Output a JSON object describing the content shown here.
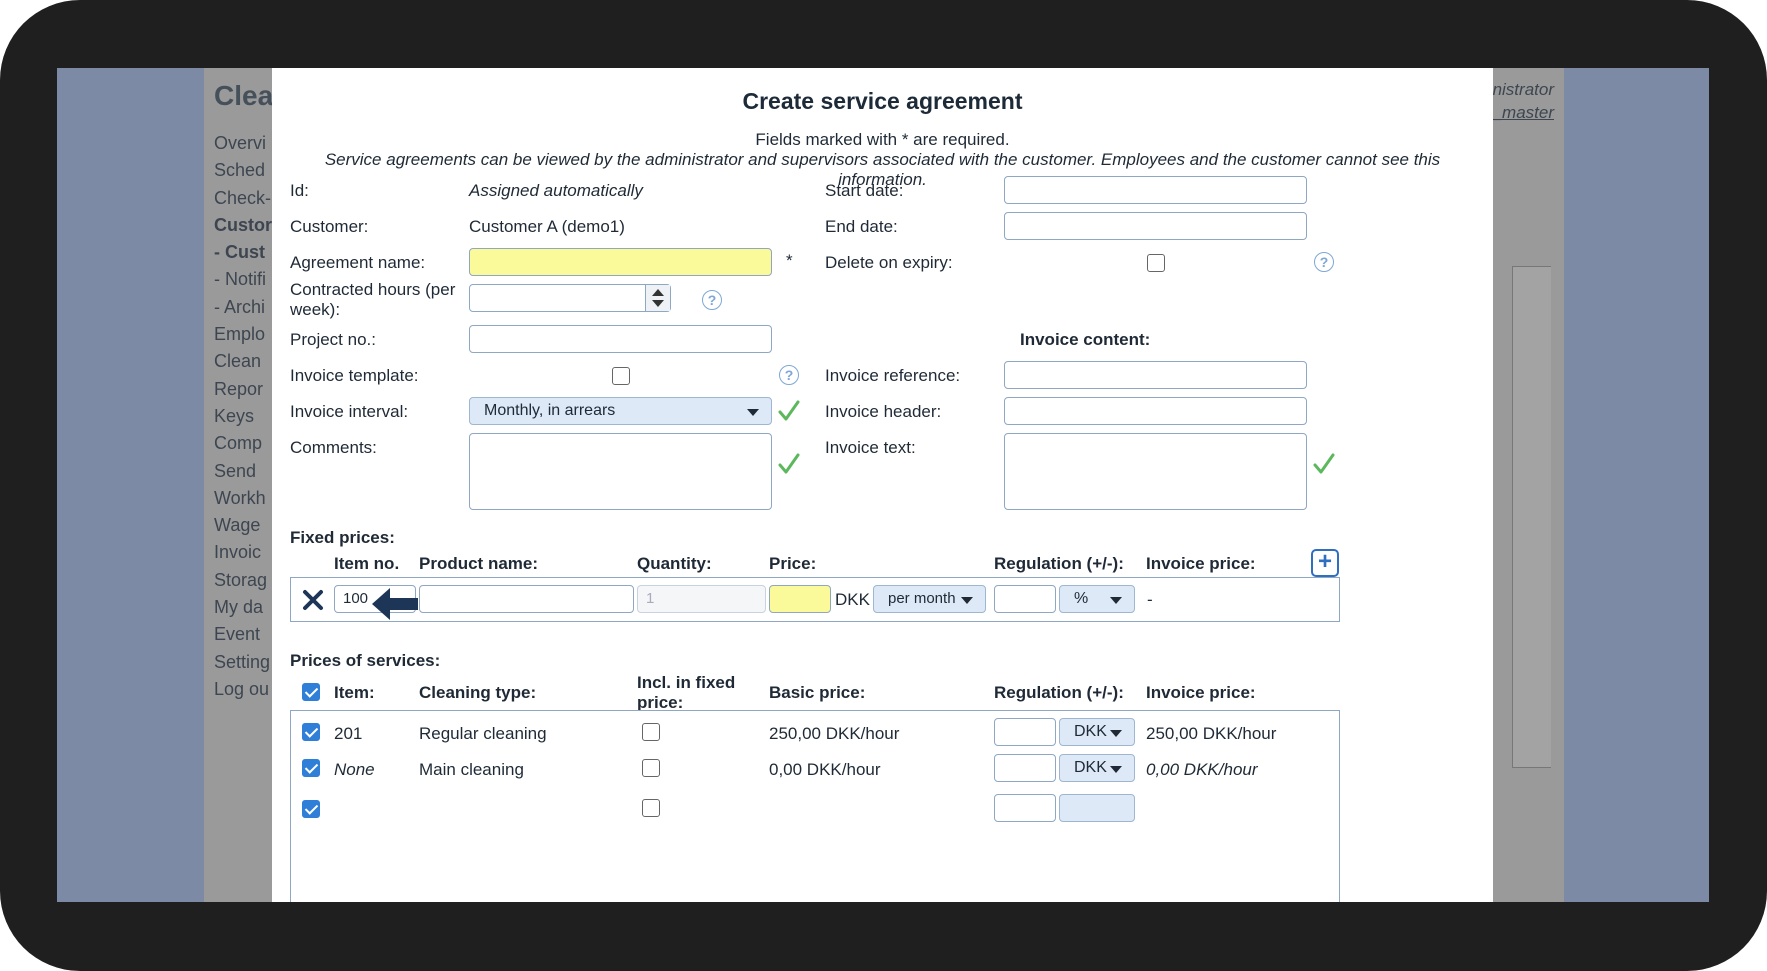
{
  "background_app": {
    "title": "Clea",
    "menu": [
      "Overvi",
      "Sched",
      "Check-",
      "Custor",
      " - Cust",
      " - Notifi",
      " - Archi",
      "Emplo",
      "Clean",
      "Repor",
      "Keys",
      "Comp",
      "Send",
      "Workh",
      "Wage",
      "Invoic",
      "Storag",
      "My da",
      "Event",
      "Setting",
      "Log ou"
    ],
    "user_line1": "nistrator",
    "user_line2": "_master"
  },
  "modal": {
    "title": "Create service agreement",
    "required_note": "Fields marked with * are required.",
    "visibility_note": "Service agreements can be viewed by the administrator and supervisors associated with the customer. Employees and the customer cannot see this information.",
    "fields": {
      "id_label": "Id:",
      "id_value": "Assigned automatically",
      "customer_label": "Customer:",
      "customer_value": "Customer A (demo1)",
      "agreement_name_label": "Agreement name:",
      "agreement_name_value": "",
      "required_star": "*",
      "contracted_hours_label": "Contracted hours (per week):",
      "project_no_label": "Project no.:",
      "invoice_template_label": "Invoice template:",
      "invoice_interval_label": "Invoice interval:",
      "invoice_interval_value": "Monthly, in arrears",
      "comments_label": "Comments:",
      "start_date_label": "Start date:",
      "end_date_label": "End date:",
      "delete_on_expiry_label": "Delete on expiry:",
      "invoice_content_heading": "Invoice content:",
      "invoice_reference_label": "Invoice reference:",
      "invoice_header_label": "Invoice header:",
      "invoice_text_label": "Invoice text:"
    },
    "fixed_prices": {
      "heading": "Fixed prices:",
      "columns": [
        "Item no.",
        "Product name:",
        "Quantity:",
        "Price:",
        "Regulation (+/-):",
        "Invoice price:"
      ],
      "row": {
        "item_no": "100",
        "product_name": "",
        "quantity_placeholder": "1",
        "currency": "DKK",
        "period": "per month",
        "regulation_unit": "%",
        "invoice_price": "-"
      }
    },
    "prices_of_services": {
      "heading": "Prices of services:",
      "columns": [
        "Item:",
        "Cleaning type:",
        "Incl. in fixed price:",
        "Basic price:",
        "Regulation (+/-):",
        "Invoice price:"
      ],
      "rows": [
        {
          "item": "201",
          "type": "Regular cleaning",
          "basic_price": "250,00 DKK/hour",
          "unit": "DKK",
          "invoice_price": "250,00 DKK/hour",
          "checked": true,
          "italic": false
        },
        {
          "item": "None",
          "type": "Main cleaning",
          "basic_price": "0,00 DKK/hour",
          "unit": "DKK",
          "invoice_price": "0,00 DKK/hour",
          "checked": true,
          "italic": true
        }
      ]
    }
  },
  "colors": {
    "accent": "#2f7fd8",
    "required_field": "#fbfa9b",
    "checkmark": "#5cb85c",
    "arrow": "#1d3557"
  }
}
